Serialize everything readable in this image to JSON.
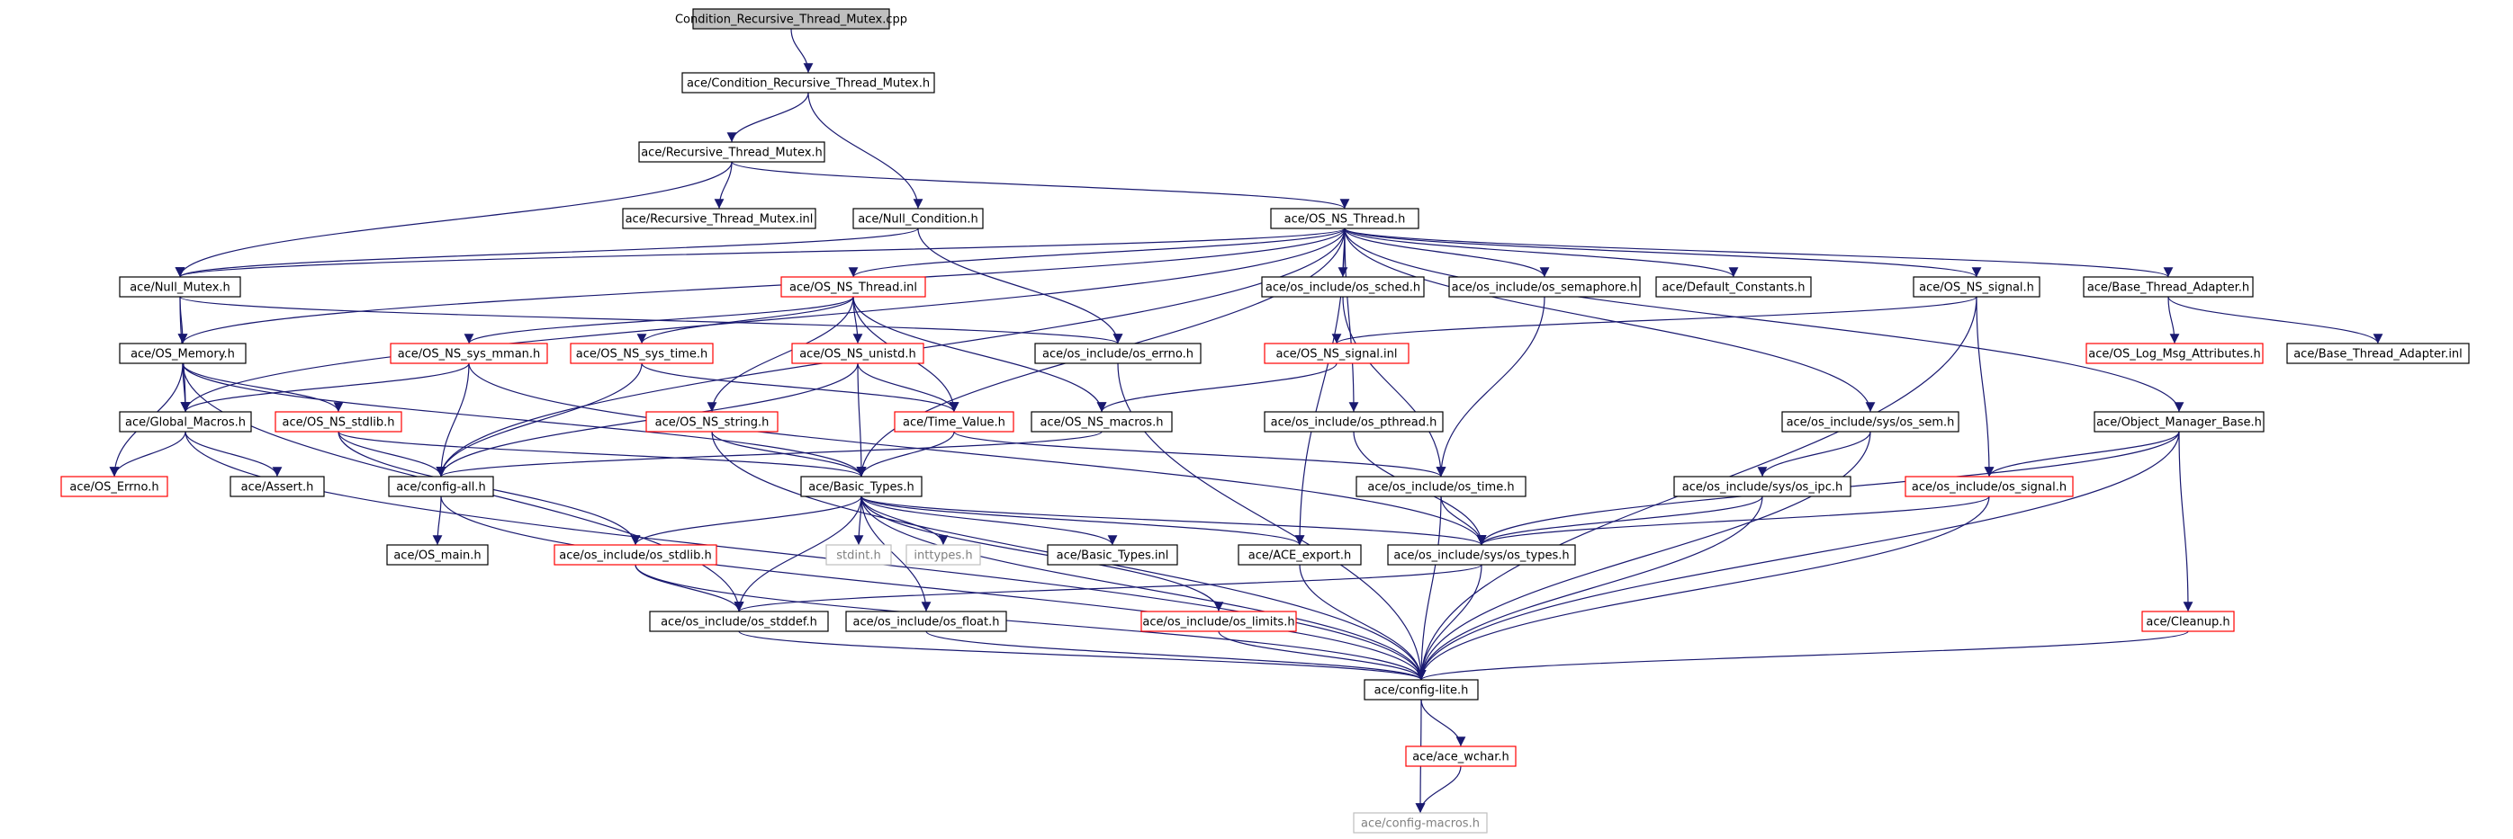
{
  "graph": {
    "colors": {
      "root_fill": "#bfbfbf",
      "node_fill": "#ffffff",
      "border_black": "#000000",
      "border_red": "#ff0000",
      "border_gray": "#bfbfbf",
      "text_black": "#000000",
      "text_gray": "#7f7f7f",
      "edge": "#191970"
    },
    "nodes": [
      {
        "id": "root",
        "label": "Condition_Recursive_Thread_Mutex.cpp",
        "style": "root"
      },
      {
        "id": "crtm_h",
        "label": "ace/Condition_Recursive_Thread_Mutex.h",
        "style": "normal"
      },
      {
        "id": "rtm_h",
        "label": "ace/Recursive_Thread_Mutex.h",
        "style": "normal"
      },
      {
        "id": "rtm_inl",
        "label": "ace/Recursive_Thread_Mutex.inl",
        "style": "normal"
      },
      {
        "id": "null_cond",
        "label": "ace/Null_Condition.h",
        "style": "normal"
      },
      {
        "id": "osnsthread",
        "label": "ace/OS_NS_Thread.h",
        "style": "normal"
      },
      {
        "id": "null_mutex",
        "label": "ace/Null_Mutex.h",
        "style": "normal"
      },
      {
        "id": "osnsthread_inl",
        "label": "ace/OS_NS_Thread.inl",
        "style": "red"
      },
      {
        "id": "os_sched",
        "label": "ace/os_include/os_sched.h",
        "style": "normal"
      },
      {
        "id": "os_semaphore",
        "label": "ace/os_include/os_semaphore.h",
        "style": "normal"
      },
      {
        "id": "default_const",
        "label": "ace/Default_Constants.h",
        "style": "normal"
      },
      {
        "id": "osnssignal",
        "label": "ace/OS_NS_signal.h",
        "style": "normal"
      },
      {
        "id": "bta_h",
        "label": "ace/Base_Thread_Adapter.h",
        "style": "normal"
      },
      {
        "id": "os_memory",
        "label": "ace/OS_Memory.h",
        "style": "normal"
      },
      {
        "id": "mman",
        "label": "ace/OS_NS_sys_mman.h",
        "style": "red"
      },
      {
        "id": "systime",
        "label": "ace/OS_NS_sys_time.h",
        "style": "red"
      },
      {
        "id": "unistd",
        "label": "ace/OS_NS_unistd.h",
        "style": "red"
      },
      {
        "id": "os_errno",
        "label": "ace/os_include/os_errno.h",
        "style": "normal"
      },
      {
        "id": "signal_inl",
        "label": "ace/OS_NS_signal.inl",
        "style": "red"
      },
      {
        "id": "log_attr",
        "label": "ace/OS_Log_Msg_Attributes.h",
        "style": "red"
      },
      {
        "id": "bta_inl",
        "label": "ace/Base_Thread_Adapter.inl",
        "style": "normal"
      },
      {
        "id": "global_macros",
        "label": "ace/Global_Macros.h",
        "style": "normal"
      },
      {
        "id": "stdlib",
        "label": "ace/OS_NS_stdlib.h",
        "style": "red"
      },
      {
        "id": "ns_string",
        "label": "ace/OS_NS_string.h",
        "style": "red"
      },
      {
        "id": "time_value",
        "label": "ace/Time_Value.h",
        "style": "red"
      },
      {
        "id": "ns_macros",
        "label": "ace/OS_NS_macros.h",
        "style": "normal"
      },
      {
        "id": "os_pthread",
        "label": "ace/os_include/os_pthread.h",
        "style": "normal"
      },
      {
        "id": "os_sem",
        "label": "ace/os_include/sys/os_sem.h",
        "style": "normal"
      },
      {
        "id": "omb",
        "label": "ace/Object_Manager_Base.h",
        "style": "normal"
      },
      {
        "id": "os_errno_h",
        "label": "ace/OS_Errno.h",
        "style": "red"
      },
      {
        "id": "assert_h",
        "label": "ace/Assert.h",
        "style": "normal"
      },
      {
        "id": "config_all",
        "label": "ace/config-all.h",
        "style": "normal"
      },
      {
        "id": "basic_types",
        "label": "ace/Basic_Types.h",
        "style": "normal"
      },
      {
        "id": "os_time",
        "label": "ace/os_include/os_time.h",
        "style": "normal"
      },
      {
        "id": "os_ipc",
        "label": "ace/os_include/sys/os_ipc.h",
        "style": "normal"
      },
      {
        "id": "os_signal",
        "label": "ace/os_include/os_signal.h",
        "style": "red"
      },
      {
        "id": "os_main",
        "label": "ace/OS_main.h",
        "style": "normal"
      },
      {
        "id": "os_stdlib",
        "label": "ace/os_include/os_stdlib.h",
        "style": "red"
      },
      {
        "id": "stdint",
        "label": "stdint.h",
        "style": "gray"
      },
      {
        "id": "inttypes",
        "label": "inttypes.h",
        "style": "gray"
      },
      {
        "id": "bt_inl",
        "label": "ace/Basic_Types.inl",
        "style": "normal"
      },
      {
        "id": "ace_export",
        "label": "ace/ACE_export.h",
        "style": "normal"
      },
      {
        "id": "os_types",
        "label": "ace/os_include/sys/os_types.h",
        "style": "normal"
      },
      {
        "id": "os_stddef",
        "label": "ace/os_include/os_stddef.h",
        "style": "normal"
      },
      {
        "id": "os_float",
        "label": "ace/os_include/os_float.h",
        "style": "normal"
      },
      {
        "id": "os_limits",
        "label": "ace/os_include/os_limits.h",
        "style": "red"
      },
      {
        "id": "cleanup",
        "label": "ace/Cleanup.h",
        "style": "red"
      },
      {
        "id": "config_lite",
        "label": "ace/config-lite.h",
        "style": "normal"
      },
      {
        "id": "ace_wchar",
        "label": "ace/ace_wchar.h",
        "style": "red"
      },
      {
        "id": "config_macros",
        "label": "ace/config-macros.h",
        "style": "gray"
      }
    ],
    "edges": [
      [
        "root",
        "crtm_h"
      ],
      [
        "crtm_h",
        "rtm_h"
      ],
      [
        "crtm_h",
        "null_cond"
      ],
      [
        "rtm_h",
        "rtm_inl"
      ],
      [
        "rtm_h",
        "osnsthread"
      ],
      [
        "rtm_h",
        "null_mutex"
      ],
      [
        "null_cond",
        "null_mutex"
      ],
      [
        "null_cond",
        "os_errno"
      ],
      [
        "osnsthread",
        "null_mutex"
      ],
      [
        "osnsthread",
        "osnsthread_inl"
      ],
      [
        "osnsthread",
        "os_sched"
      ],
      [
        "osnsthread",
        "os_semaphore"
      ],
      [
        "osnsthread",
        "default_const"
      ],
      [
        "osnsthread",
        "osnssignal"
      ],
      [
        "osnsthread",
        "bta_h"
      ],
      [
        "osnsthread",
        "os_memory"
      ],
      [
        "osnsthread",
        "global_macros"
      ],
      [
        "osnsthread",
        "config_all"
      ],
      [
        "osnsthread",
        "basic_types"
      ],
      [
        "osnsthread",
        "os_pthread"
      ],
      [
        "osnsthread",
        "os_sem"
      ],
      [
        "osnsthread",
        "omb"
      ],
      [
        "osnsthread",
        "ace_export"
      ],
      [
        "osnsthread_inl",
        "mman"
      ],
      [
        "osnsthread_inl",
        "systime"
      ],
      [
        "osnsthread_inl",
        "unistd"
      ],
      [
        "osnsthread_inl",
        "ns_string"
      ],
      [
        "osnsthread_inl",
        "ns_macros"
      ],
      [
        "osnsthread_inl",
        "time_value"
      ],
      [
        "null_mutex",
        "os_memory"
      ],
      [
        "null_mutex",
        "os_errno"
      ],
      [
        "null_mutex",
        "global_macros"
      ],
      [
        "os_memory",
        "global_macros"
      ],
      [
        "os_memory",
        "os_errno_h"
      ],
      [
        "os_memory",
        "stdlib"
      ],
      [
        "os_memory",
        "basic_types"
      ],
      [
        "os_memory",
        "os_stddef"
      ],
      [
        "mman",
        "global_macros"
      ],
      [
        "mman",
        "config_all"
      ],
      [
        "mman",
        "os_types"
      ],
      [
        "systime",
        "time_value"
      ],
      [
        "systime",
        "config_all"
      ],
      [
        "unistd",
        "time_value"
      ],
      [
        "unistd",
        "basic_types"
      ],
      [
        "unistd",
        "config_all"
      ],
      [
        "os_errno",
        "config_lite"
      ],
      [
        "osnssignal",
        "signal_inl"
      ],
      [
        "osnssignal",
        "os_signal"
      ],
      [
        "osnssignal",
        "config_lite"
      ],
      [
        "signal_inl",
        "ns_macros"
      ],
      [
        "bta_h",
        "log_attr"
      ],
      [
        "bta_h",
        "bta_inl"
      ],
      [
        "global_macros",
        "os_errno_h"
      ],
      [
        "global_macros",
        "assert_h"
      ],
      [
        "global_macros",
        "config_lite"
      ],
      [
        "stdlib",
        "config_all"
      ],
      [
        "stdlib",
        "basic_types"
      ],
      [
        "stdlib",
        "os_stdlib"
      ],
      [
        "ns_string",
        "basic_types"
      ],
      [
        "ns_string",
        "config_lite"
      ],
      [
        "time_value",
        "basic_types"
      ],
      [
        "time_value",
        "os_time"
      ],
      [
        "ns_macros",
        "config_all"
      ],
      [
        "os_sched",
        "os_time"
      ],
      [
        "os_semaphore",
        "os_time"
      ],
      [
        "os_pthread",
        "os_types"
      ],
      [
        "os_sem",
        "os_ipc"
      ],
      [
        "os_sem",
        "config_lite"
      ],
      [
        "omb",
        "os_signal"
      ],
      [
        "omb",
        "cleanup"
      ],
      [
        "omb",
        "os_types"
      ],
      [
        "omb",
        "config_lite"
      ],
      [
        "config_all",
        "os_main"
      ],
      [
        "config_all",
        "config_lite"
      ],
      [
        "basic_types",
        "os_stdlib"
      ],
      [
        "basic_types",
        "stdint"
      ],
      [
        "basic_types",
        "inttypes"
      ],
      [
        "basic_types",
        "bt_inl"
      ],
      [
        "basic_types",
        "ace_export"
      ],
      [
        "basic_types",
        "os_types"
      ],
      [
        "basic_types",
        "os_stddef"
      ],
      [
        "basic_types",
        "os_float"
      ],
      [
        "basic_types",
        "os_limits"
      ],
      [
        "basic_types",
        "config_lite"
      ],
      [
        "os_time",
        "os_types"
      ],
      [
        "os_time",
        "config_lite"
      ],
      [
        "os_ipc",
        "os_types"
      ],
      [
        "os_ipc",
        "config_lite"
      ],
      [
        "os_signal",
        "os_types"
      ],
      [
        "os_signal",
        "config_lite"
      ],
      [
        "os_stdlib",
        "os_stddef"
      ],
      [
        "os_stdlib",
        "config_lite"
      ],
      [
        "ace_export",
        "config_lite"
      ],
      [
        "os_types",
        "os_stddef"
      ],
      [
        "os_types",
        "config_lite"
      ],
      [
        "os_stddef",
        "config_lite"
      ],
      [
        "os_float",
        "config_lite"
      ],
      [
        "os_limits",
        "config_lite"
      ],
      [
        "cleanup",
        "config_lite"
      ],
      [
        "config_lite",
        "ace_wchar"
      ],
      [
        "config_lite",
        "config_macros"
      ],
      [
        "ace_wchar",
        "config_macros"
      ]
    ]
  }
}
